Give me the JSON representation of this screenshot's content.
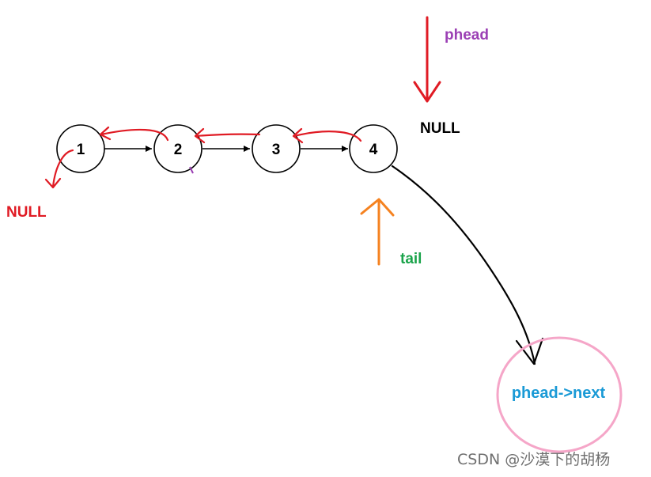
{
  "diagram": {
    "nodes": [
      {
        "label": "1"
      },
      {
        "label": "2"
      },
      {
        "label": "3"
      },
      {
        "label": "4"
      }
    ],
    "labels": {
      "phead": "phead",
      "null_right": "NULL",
      "null_left": "NULL",
      "tail": "tail",
      "circle_text": "phead->next"
    },
    "colors": {
      "phead": "#9b3fb4",
      "phead_arrow": "#e01b24",
      "null_left": "#e01b24",
      "null_right": "#000000",
      "tail": "#1aa34a",
      "tail_arrow": "#f58220",
      "reverse_arrows": "#e01b24",
      "circle_outline": "#f5a6c8",
      "circle_text": "#1a9ad6",
      "node_outline": "#000000"
    }
  },
  "watermark": "CSDN @沙漠下的胡杨"
}
